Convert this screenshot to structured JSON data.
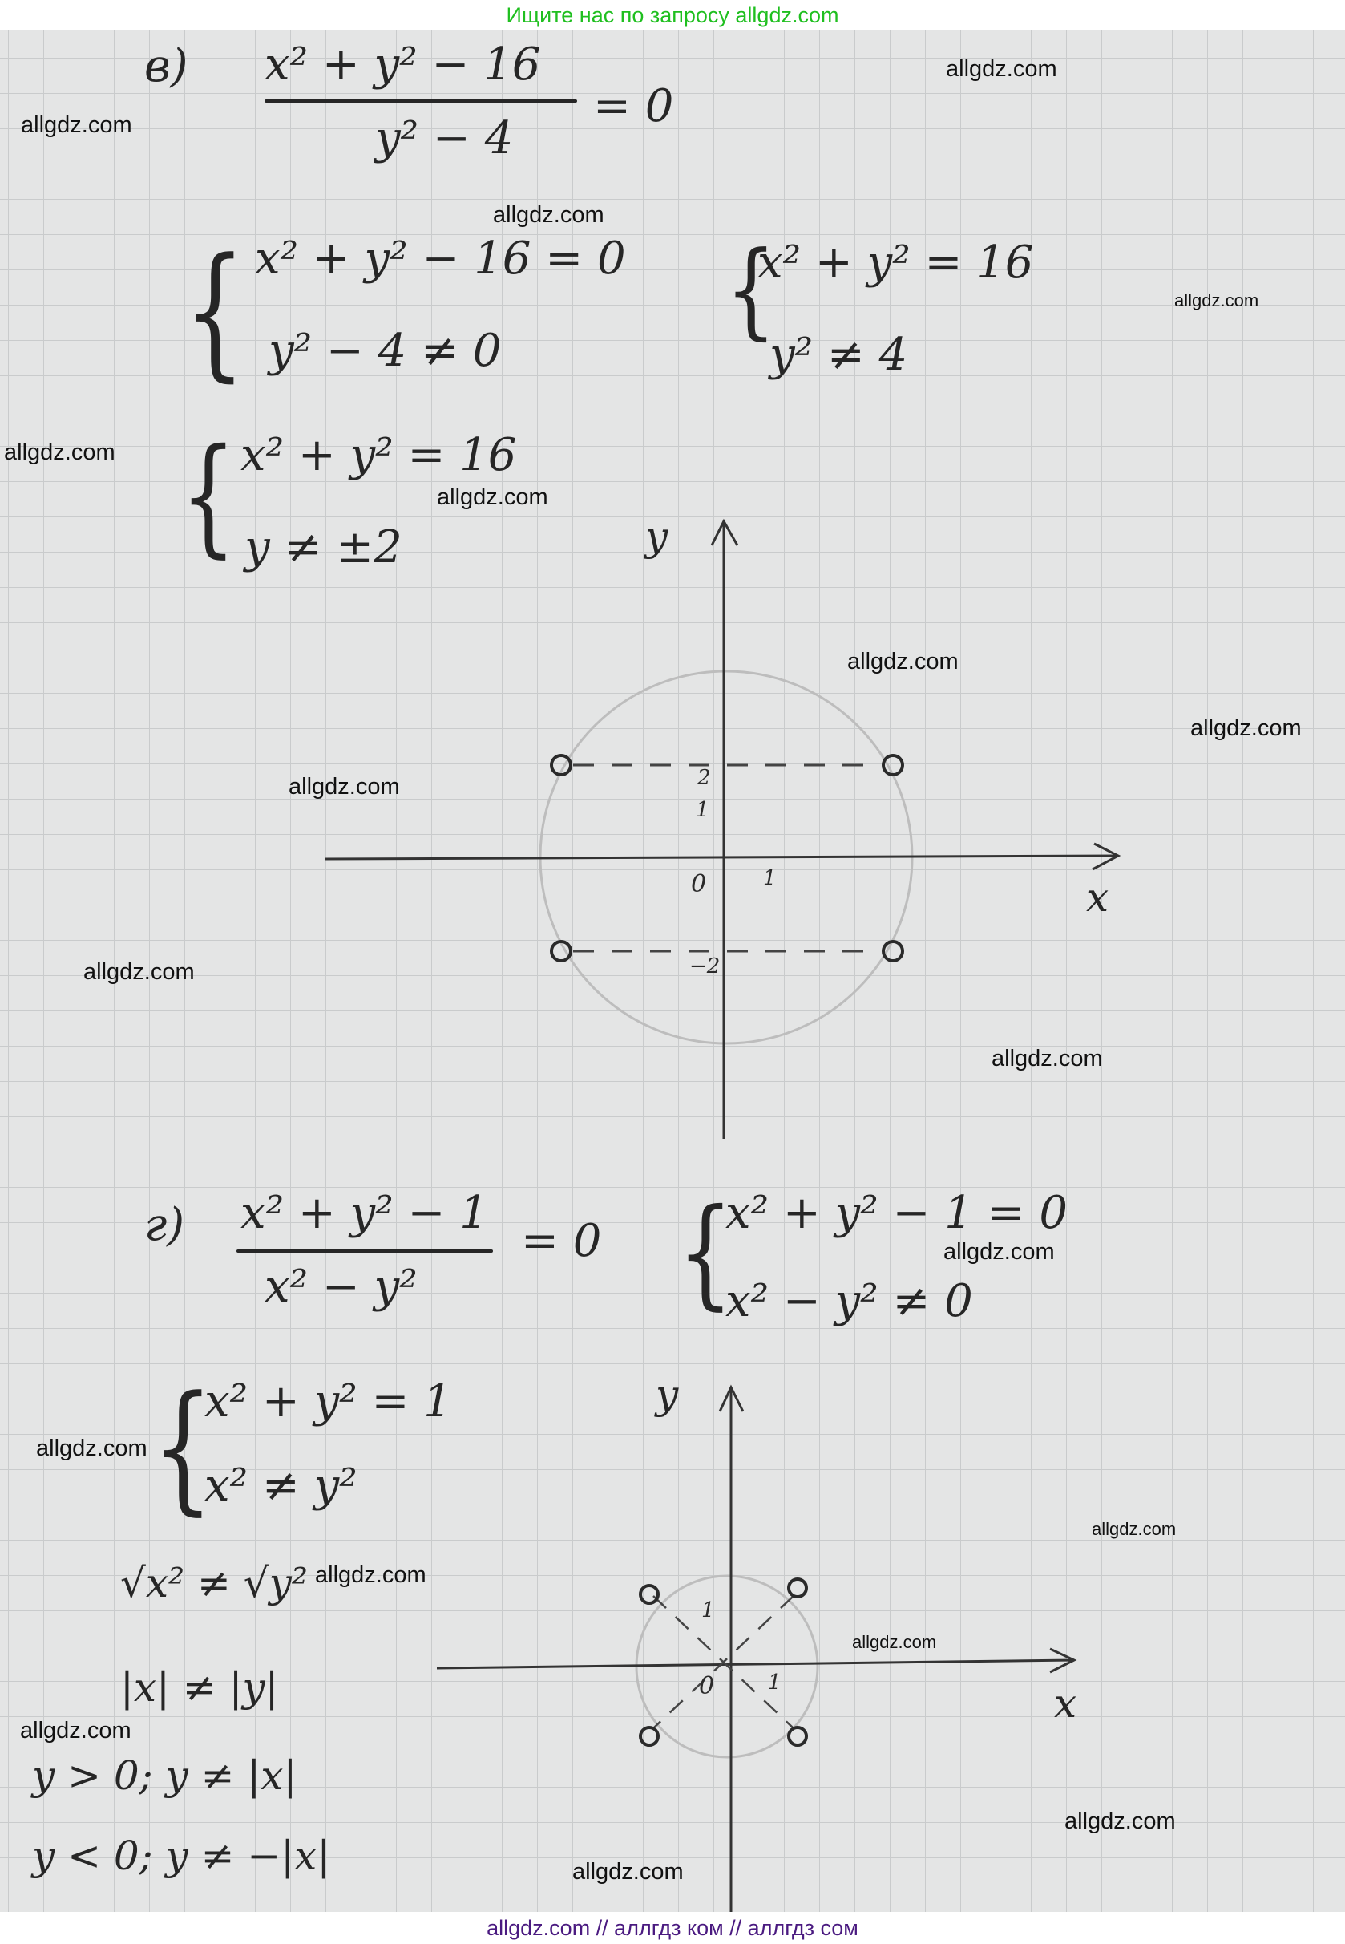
{
  "banners": {
    "top": "Ищите нас по запросу allgdz.com",
    "bottom": "allgdz.com  //  аллгдз ком  //  аллгдз сом"
  },
  "watermark": "allgdz.com",
  "part_v": {
    "label": "в)",
    "fraction": {
      "numerator": "x² + y² − 16",
      "denominator": "y² − 4",
      "rhs": "= 0"
    },
    "system1": [
      "x² + y² − 16 = 0",
      "y² − 4 ≠ 0"
    ],
    "system2": [
      "x² + y² = 16",
      "y² ≠ 4"
    ],
    "system3": [
      "x² + y² = 16",
      "y ≠ ±2"
    ],
    "graph": {
      "axis_x": "x",
      "axis_y": "y",
      "origin": "0",
      "ticks": [
        "2",
        "1",
        "1",
        "−2"
      ]
    }
  },
  "part_g": {
    "label": "г)",
    "fraction": {
      "numerator": "x² + y² − 1",
      "denominator": "x² − y²",
      "rhs": "= 0"
    },
    "system1": [
      "x² + y² − 1 = 0",
      "x² − y² ≠ 0"
    ],
    "system2": [
      "x² + y² = 1",
      "x² ≠ y²"
    ],
    "steps": [
      "√x² ≠ √y²",
      "|x| ≠ |y|",
      "y > 0;   y ≠ |x|",
      "y < 0;   y ≠ −|x|"
    ],
    "graph": {
      "axis_x": "x",
      "axis_y": "y",
      "origin": "0",
      "ticks": [
        "1",
        "1"
      ]
    }
  }
}
